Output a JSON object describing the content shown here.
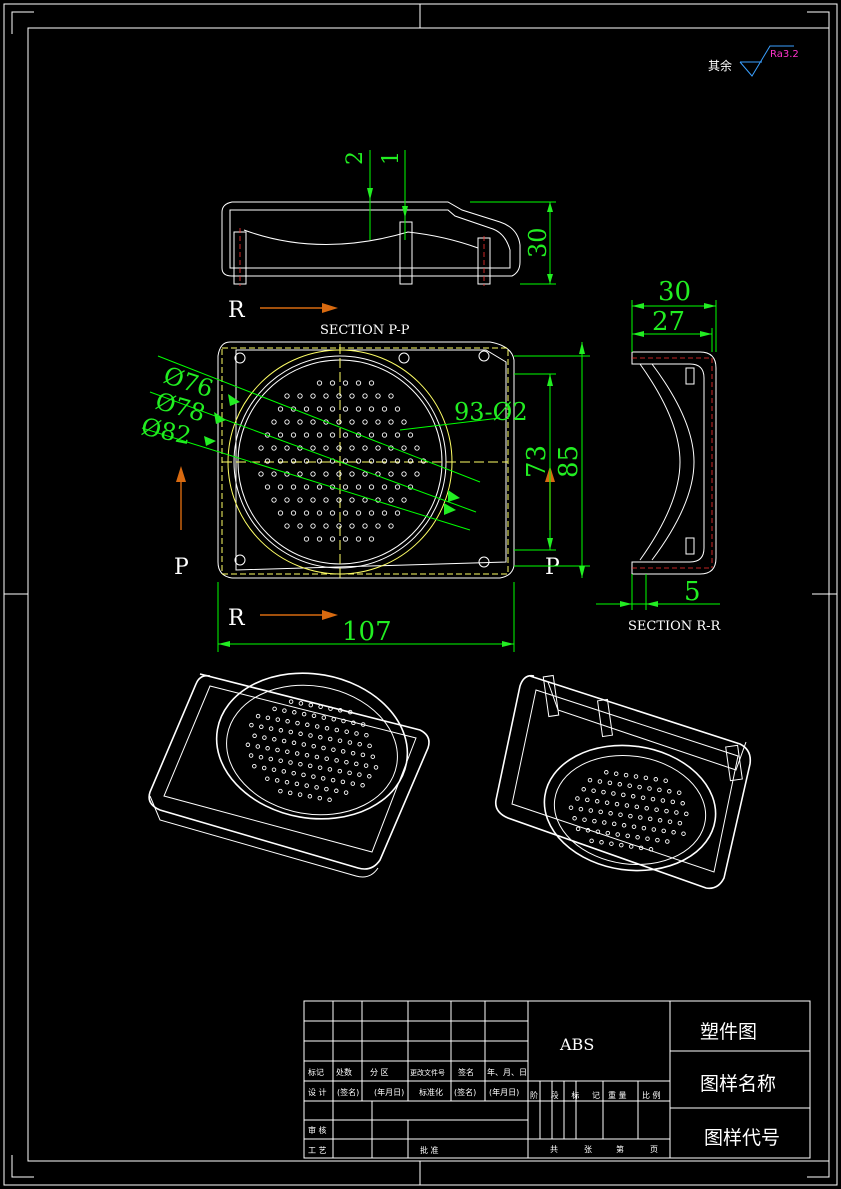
{
  "roughness": {
    "prefix": "其余",
    "value": "Ra3.2"
  },
  "front_view": {
    "dims": [
      "2",
      "1",
      "30"
    ]
  },
  "top_view": {
    "section_label": "SECTION P-P",
    "cut_letter_r": "R",
    "cut_letter_p": "P",
    "diameters": [
      "Ø76",
      "Ø78",
      "Ø82"
    ],
    "dim_width": "107",
    "dim_hole": "93-Ø2",
    "dim_h1": "73",
    "dim_h2": "85"
  },
  "side_view": {
    "section_label": "SECTION R-R",
    "dims": [
      "30",
      "27",
      "5"
    ]
  },
  "title_block": {
    "material": "ABS",
    "drawing_type": "塑件图",
    "drawing_name": "图样名称",
    "drawing_code": "图样代号",
    "row_labels": [
      "标记",
      "处数",
      "分 区",
      "更改文件号",
      "签名",
      "年、月、日"
    ],
    "design_row": [
      "设 计",
      "(签名)",
      "(年月日)",
      "标准化",
      "(签名)",
      "(年月日)"
    ],
    "stage_row": [
      "阶 段 标 记",
      "重 量",
      "比 例"
    ],
    "review": "审 核",
    "process": "工 艺",
    "approve": "批 准",
    "sheet_row": [
      "共",
      "张",
      "第",
      "页"
    ]
  },
  "colors": {
    "background": "#000000",
    "lines": "#ffffff",
    "dimensions": "#00ff00",
    "center": "#ffff66",
    "arrows": "#d86a10",
    "roughness": "#ff33cc"
  }
}
